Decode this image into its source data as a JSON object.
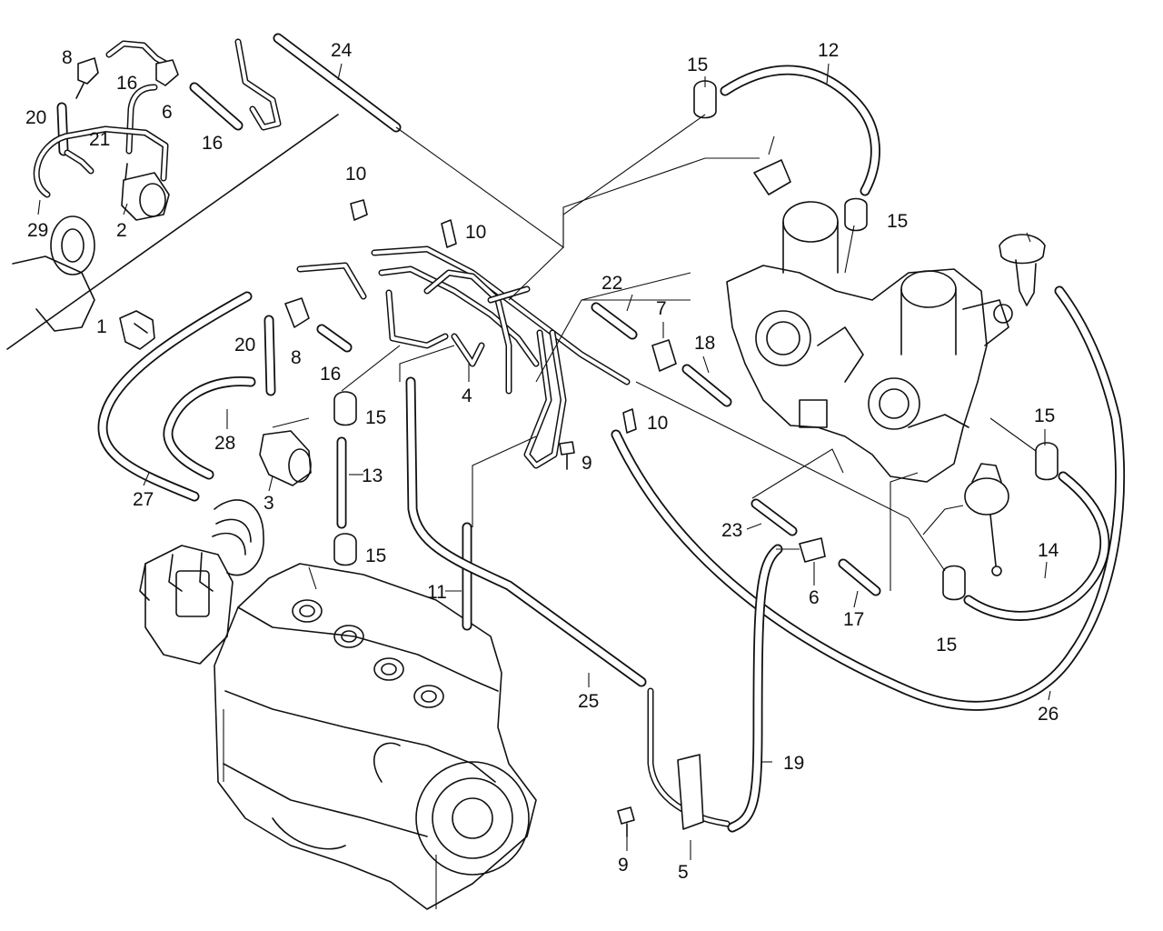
{
  "callouts": [
    {
      "id": "c-8-top",
      "text": "8"
    },
    {
      "id": "c-16-top-a",
      "text": "16"
    },
    {
      "id": "c-6-top",
      "text": "6"
    },
    {
      "id": "c-20-top",
      "text": "20"
    },
    {
      "id": "c-21",
      "text": "21"
    },
    {
      "id": "c-16-top-b",
      "text": "16"
    },
    {
      "id": "c-29",
      "text": "29"
    },
    {
      "id": "c-2",
      "text": "2"
    },
    {
      "id": "c-24",
      "text": "24"
    },
    {
      "id": "c-1",
      "text": "1"
    },
    {
      "id": "c-10-a",
      "text": "10"
    },
    {
      "id": "c-10-b",
      "text": "10"
    },
    {
      "id": "c-20-mid",
      "text": "20"
    },
    {
      "id": "c-8-mid",
      "text": "8"
    },
    {
      "id": "c-16-mid",
      "text": "16"
    },
    {
      "id": "c-28",
      "text": "28"
    },
    {
      "id": "c-3",
      "text": "3"
    },
    {
      "id": "c-27",
      "text": "27"
    },
    {
      "id": "c-15-mid-a",
      "text": "15"
    },
    {
      "id": "c-13",
      "text": "13"
    },
    {
      "id": "c-15-mid-b",
      "text": "15"
    },
    {
      "id": "c-4",
      "text": "4"
    },
    {
      "id": "c-11",
      "text": "11"
    },
    {
      "id": "c-22",
      "text": "22"
    },
    {
      "id": "c-7",
      "text": "7"
    },
    {
      "id": "c-18",
      "text": "18"
    },
    {
      "id": "c-10-c",
      "text": "10"
    },
    {
      "id": "c-9-mid",
      "text": "9"
    },
    {
      "id": "c-15-tr-a",
      "text": "15"
    },
    {
      "id": "c-12",
      "text": "12"
    },
    {
      "id": "c-15-tr-b",
      "text": "15"
    },
    {
      "id": "c-15-right-a",
      "text": "15"
    },
    {
      "id": "c-23",
      "text": "23"
    },
    {
      "id": "c-6-low",
      "text": "6"
    },
    {
      "id": "c-17",
      "text": "17"
    },
    {
      "id": "c-15-right-b",
      "text": "15"
    },
    {
      "id": "c-14",
      "text": "14"
    },
    {
      "id": "c-25",
      "text": "25"
    },
    {
      "id": "c-26",
      "text": "26"
    },
    {
      "id": "c-19",
      "text": "19"
    },
    {
      "id": "c-9-low",
      "text": "9"
    },
    {
      "id": "c-5",
      "text": "5"
    }
  ]
}
